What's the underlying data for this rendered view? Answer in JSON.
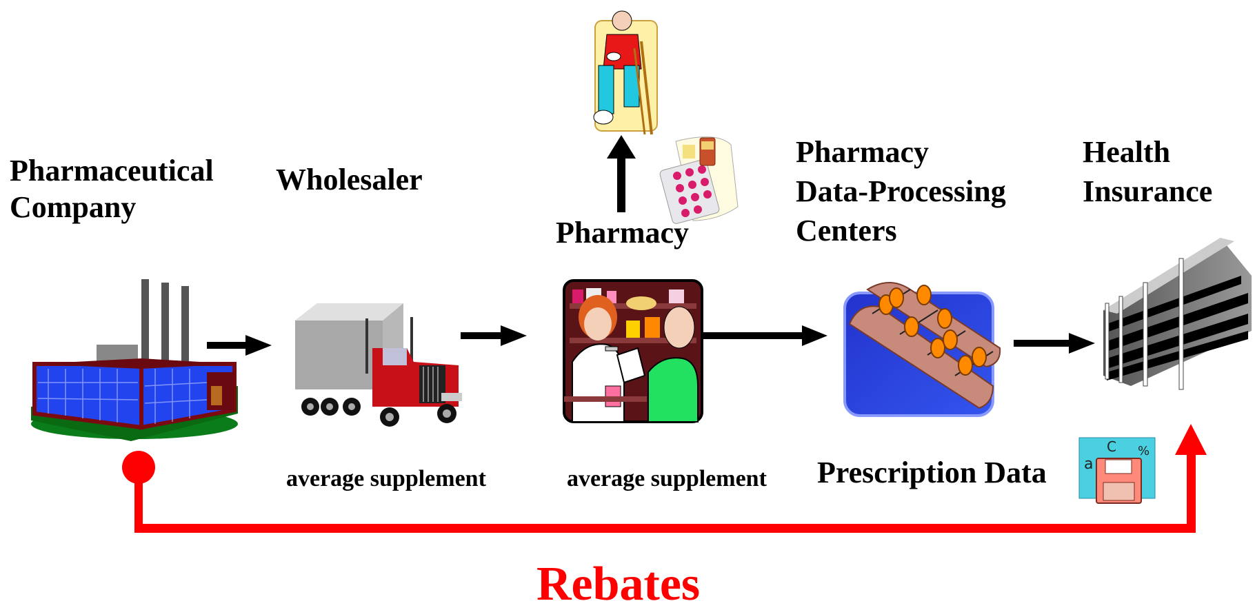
{
  "nodes": {
    "pharma_company": {
      "line1": "Pharmaceutical",
      "line2": "Company"
    },
    "wholesaler": {
      "line1": "Wholesaler"
    },
    "pharmacy": {
      "line1": "Pharmacy"
    },
    "data_centers": {
      "line1": "Pharmacy",
      "line2": "Data-Processing",
      "line3": "Centers"
    },
    "health_insurance": {
      "line1": "Health",
      "line2": "Insurance"
    }
  },
  "flow_labels": {
    "wholesaler_supplement": "average supplement",
    "pharmacy_supplement": "average supplement",
    "prescription_data": "Prescription Data"
  },
  "rebates": {
    "label": "Rebates",
    "color": "#ff0000"
  },
  "icons": {
    "factory": "factory-icon",
    "truck": "truck-icon",
    "pharmacist": "pharmacist-icon",
    "abacus": "abacus-icon",
    "building": "insurance-building-icon",
    "patient": "patient-icon",
    "medicine": "medicine-icon",
    "floppy": "floppy-disk-icon"
  }
}
